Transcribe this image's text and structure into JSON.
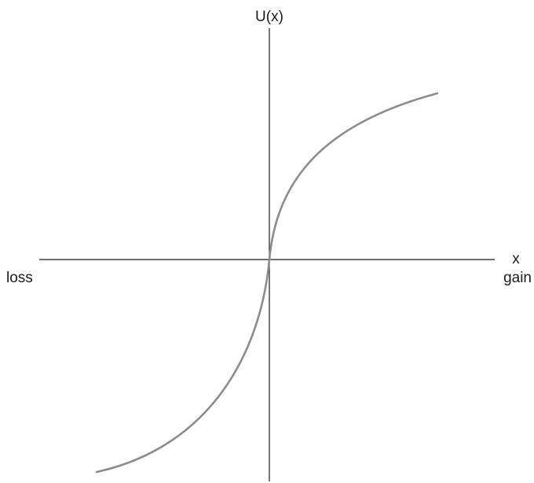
{
  "diagram": {
    "y_axis_label": "U(x)",
    "x_axis_label": "x",
    "left_label": "loss",
    "right_label": "gain",
    "curve_color": "#8c8c8c",
    "axis_color": "#1a1a1a"
  }
}
